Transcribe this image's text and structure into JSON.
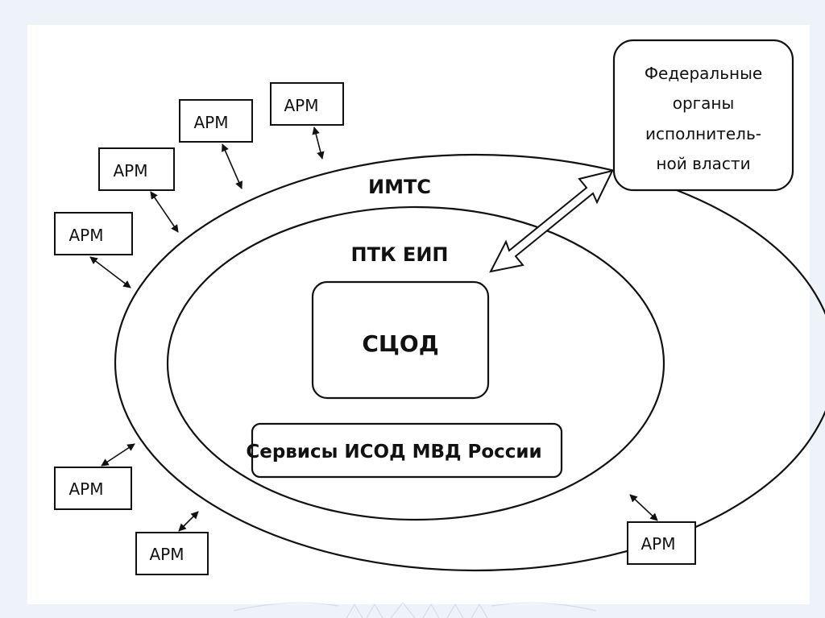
{
  "diagram": {
    "outer_ring_label": "ИМТС",
    "inner_ring_label": "ПТК ЕИП",
    "core_label": "СЦОД",
    "services_label": "Сервисы ИСОД МВД России",
    "federal_box": {
      "lines": [
        "Федеральные",
        "органы",
        "исполнитель-",
        "ной власти"
      ]
    },
    "workstations": [
      {
        "label": "АРМ"
      },
      {
        "label": "АРМ"
      },
      {
        "label": "АРМ"
      },
      {
        "label": "АРМ"
      },
      {
        "label": "АРМ"
      },
      {
        "label": "АРМ"
      },
      {
        "label": "АРМ"
      }
    ],
    "colors": {
      "background": "#eef3f9",
      "panel": "#ffffff",
      "stroke": "#111111"
    }
  }
}
